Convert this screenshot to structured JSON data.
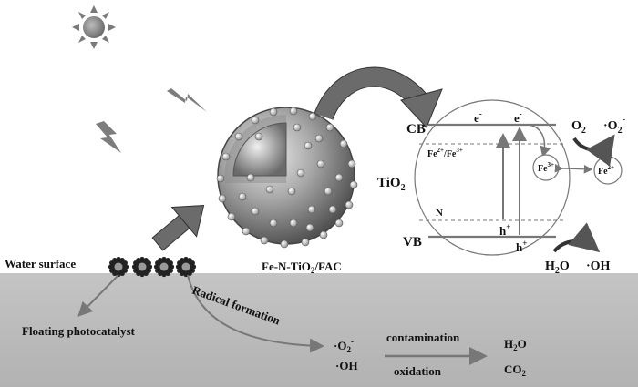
{
  "labels": {
    "water_surface": "Water surface",
    "catalyst_name": "Fe-N-TiO",
    "catalyst_sub": "2",
    "catalyst_suffix": "/FAC",
    "floating": "Floating photocatalyst",
    "radical_formation": "Radical formation",
    "radical_o2": "·O",
    "radical_o2_sub": "2",
    "radical_o2_sup": "-",
    "radical_oh": "·OH",
    "contamination": "contamination",
    "oxidation": "oxidation",
    "product_h2o_h": "H",
    "product_h2o_sub": "2",
    "product_h2o_o": "O",
    "product_co2_co": "CO",
    "product_co2_sub": "2"
  },
  "band": {
    "cb": "CB",
    "vb": "VB",
    "tio2": "TiO",
    "tio2_sub": "2",
    "fe_levels": "Fe",
    "fe_levels_sup1": "2+",
    "fe_levels_mid": "/Fe",
    "fe_levels_sup2": "3+",
    "n_level": "N",
    "electron": "e",
    "electron_sup": "-",
    "hole": "h",
    "hole_sup": "+",
    "fe3": "Fe",
    "fe3_sup": "3+",
    "fe2": "Fe",
    "fe2_sup": "2+",
    "o2": "O",
    "o2_sub": "2",
    "o2_rad": "·O",
    "o2_rad_sub": "2",
    "o2_rad_sup": "-",
    "h2o_h": "H",
    "h2o_sub": "2",
    "h2o_o": "O",
    "oh_rad": "·OH"
  }
}
